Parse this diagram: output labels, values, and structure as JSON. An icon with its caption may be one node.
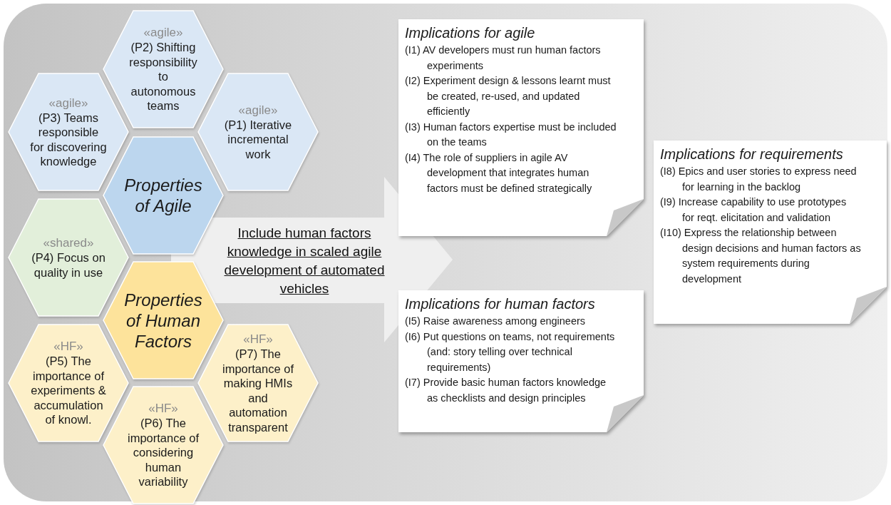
{
  "diagram": {
    "nodes": [
      {
        "text": [
          "«agile»",
          "(P2) Shifting responsibility to autonomous teams"
        ]
      },
      {
        "text": [
          "«agile»",
          "(P3) Teams responsible for discovering knowledge"
        ]
      },
      {
        "text": [
          "«agile»",
          "(P1) Iterative incremental work"
        ]
      },
      {
        "text": [
          "Properties of Agile"
        ]
      },
      {
        "text": [
          "«shared»",
          "(P4) Focus on quality in use"
        ]
      },
      {
        "text": [
          "Properties of Human Factors"
        ]
      },
      {
        "text": [
          "«HF»",
          "(P5) The importance of experiments & accumulation of knowl."
        ]
      },
      {
        "text": [
          "«HF»",
          "(P7) The importance of making HMIs and automation transparent"
        ]
      },
      {
        "text": [
          "«HF»",
          "(P6) The importance of considering human variability"
        ]
      },
      {
        "text": [
          "Include human factors knowledge in scaled agile development of automated vehicles"
        ]
      },
      {
        "text": [
          "Implications for agile",
          "(I1) AV developers must run human factors experiments",
          "(I2) Experiment design & lessons learnt must be created, re-used, and updated efficiently",
          "(I3) Human factors expertise must be included on the teams",
          "(I4) The role of suppliers in agile AV development that integrates human factors must be defined strategically"
        ]
      },
      {
        "text": [
          "Implications for requirements",
          "(I8) Epics and user stories to express need for learning in the backlog",
          "(I9) Increase capability to use prototypes for reqt. elicitation and validation",
          "(I10) Express the relationship between design decisions and human factors as system requirements during development"
        ]
      },
      {
        "text": [
          "Implications for human factors",
          "(I5) Raise awareness among engineers",
          "(I6) Put questions on teams, not requirements (and: story telling over technical requirements)",
          "(I7) Provide basic human factors knowledge as checklists and design principles"
        ]
      }
    ]
  }
}
